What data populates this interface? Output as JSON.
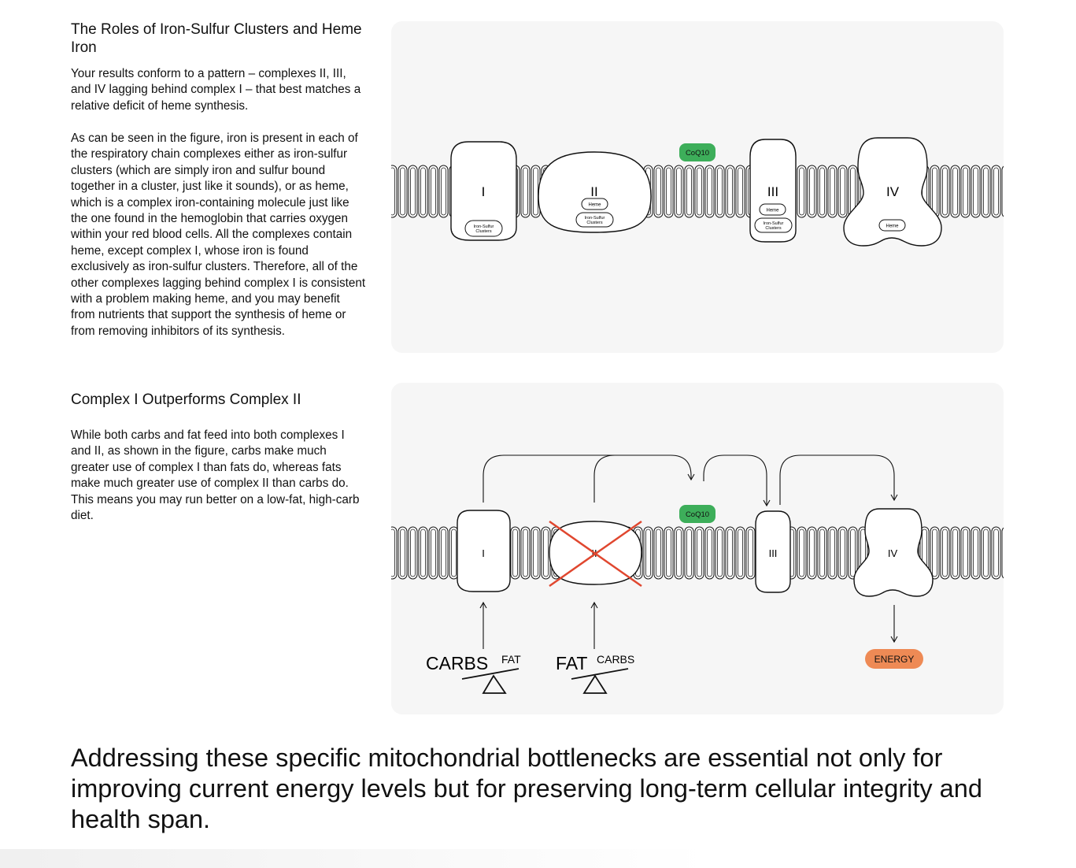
{
  "section1": {
    "title": "The Roles of Iron-Sulfur Clusters and Heme Iron",
    "para1": "Your results conform to a pattern – complexes II, III, and IV lagging behind complex I – that best matches a relative deficit of heme synthesis.",
    "para2": "As can be seen in the figure, iron is present in each of the respiratory chain complexes either as iron-sulfur clusters (which are simply iron and sulfur bound together in a cluster, just like it sounds), or as heme, which is a complex iron-containing molecule just like the one found in the hemoglobin that carries oxygen within your red blood cells. All the complexes contain heme, except complex I, whose iron is found exclusively as iron-sulfur clusters. Therefore, all of the other complexes lagging behind complex I is consistent with a problem making heme, and you may benefit from nutrients that support the synthesis of heme or from removing inhibitors of its synthesis."
  },
  "section2": {
    "title": "Complex I Outperforms Complex II",
    "para1": "While both carbs and fat feed into both complexes I and II, as shown in the figure, carbs make much greater use of complex I than fats do, whereas fats make much greater use of complex II than carbs do. This means you may run better on a low-fat, high-carb diet."
  },
  "diagram1": {
    "complex_labels": [
      "I",
      "II",
      "III",
      "IV"
    ],
    "coq10": "CoQ10",
    "heme": "Heme",
    "iron_sulfur_line1": "Iron-Sulfur",
    "iron_sulfur_line2": "Clusters"
  },
  "diagram2": {
    "complex_labels": [
      "I",
      "II",
      "III",
      "IV"
    ],
    "coq10": "CoQ10",
    "carbs_big": "CARBS",
    "fat_small": "FAT",
    "fat_big": "FAT",
    "carbs_small": "CARBS",
    "energy": "ENERGY"
  },
  "colors": {
    "coq10_green": "#3dae5a",
    "energy_orange": "#ee8a55",
    "cross_red": "#e0472f",
    "panel_bg": "#f6f6f6"
  },
  "closing": "Addressing these specific mitochondrial bottlenecks are essential not only for improving current energy levels but for preserving long-term cellular integrity and health span."
}
